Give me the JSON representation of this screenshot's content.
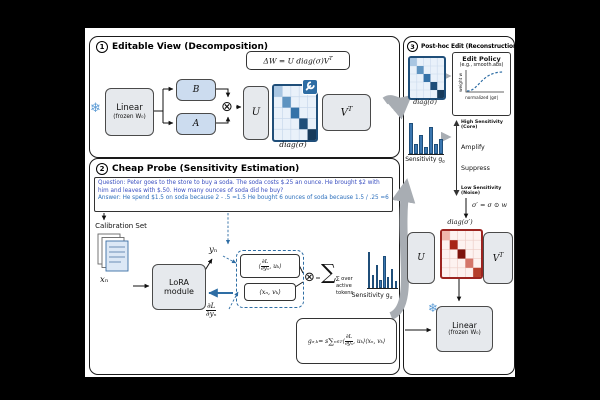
{
  "colors": {
    "accent_blue": "#2e6da4",
    "matrix_border_blue": "#1f4e79",
    "box_blue_fill": "#ccdcef",
    "box_gray_fill": "#e6e9ed",
    "red_accent": "#9c2420",
    "arrow_gray": "#a8adb3",
    "question_text": "#3a4fc1",
    "answer_text": "#2c6fbc",
    "bar_blue": "#3a76b0",
    "snowflake_blue": "#5b9bd5"
  },
  "panel1": {
    "number": "1",
    "title": "Editable View (Decomposition)",
    "formula_main": "ΔW = U diag(σ)V",
    "formula_sup": "T",
    "linear": "Linear",
    "linear_sub": "(frozen W₀)",
    "b": "B",
    "a": "A",
    "otimes": "⊗",
    "u": "U",
    "diag_label": "diag(σ)",
    "v_base": "V",
    "v_sup": "T"
  },
  "panel2": {
    "number": "2",
    "title": "Cheap Probe (Sensitivity Estimation)",
    "question": "Question: Peter goes to the store to buy a soda. The soda costs $.25 an ounce. He brought $2 with him and leaves with $.50. How many ounces of soda did he buy?",
    "answer": "Answer: He spend $1.5 on soda because 2 - .5 =1.5 He bought 6 ounces of soda because 1.5 / .25 =6",
    "calibration": "Calibration Set",
    "x_n": "xₙ",
    "lora1": "LoRA",
    "lora2": "module",
    "y_n": "yₙ",
    "grad_num": "∂L",
    "grad_den": "∂yₙ",
    "inner1_open": "⟨",
    "inner1_close": ", uₖ⟩",
    "inner2": "⟨xₙ, vₖ⟩",
    "otimes": "⊗",
    "sum": "∑",
    "sum_caption1": "∑ over",
    "sum_caption2": "active tokens",
    "sens_base": "Sensitivity g",
    "sens_sub": "σ",
    "bars": [
      0.95,
      0.35,
      0.6,
      0.22,
      0.85,
      0.3,
      0.5,
      0.18
    ],
    "formula": {
      "lhs": "g",
      "lhs_sub": "σ,k",
      "eq": " = s ",
      "sum": "∑",
      "sum_sub": "n∈T",
      "open": " ⟨",
      "num": "∂L",
      "den": "∂yₙ",
      "close": ", uₖ⟩",
      "term2": "⟨xₙ, vₖ⟩"
    }
  },
  "panel3": {
    "number": "3",
    "title": "Post-hoc Edit (Reconstruction)",
    "diag_label": "diag(σ)",
    "policy_title": "Edit Policy",
    "policy_sub": "(e.g., smooth.abs)",
    "policy_xlabel": "normalized |gσ|",
    "policy_ylabel": "weight w",
    "sens_base": "Sensitivity g",
    "sens_sub": "σ",
    "bars": [
      0.9,
      0.3,
      0.55,
      0.2,
      0.8,
      0.28,
      0.45
    ],
    "high": "High Sensitivity (Core)",
    "amplify": "Amplify",
    "suppress": "Suppress",
    "low": "Low Sensitivity (Noise)",
    "sigma_formula": "σ′ = σ ⊙ w",
    "diag_prime_label": "diag(σ′)",
    "u": "U",
    "v_base": "V",
    "v_sup": "T",
    "linear": "Linear",
    "linear_sub": "(frozen W₀)"
  },
  "icons": {
    "snowflake": "❄"
  }
}
